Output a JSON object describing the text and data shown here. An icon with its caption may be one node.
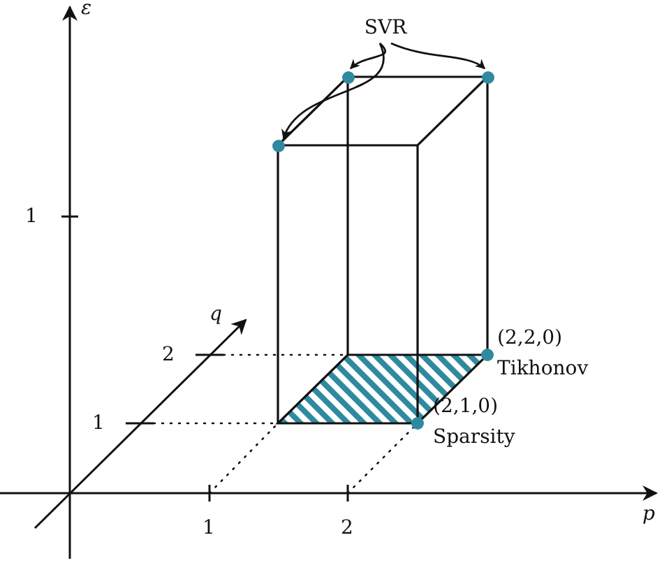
{
  "diagram": {
    "nodes": [
      {
        "text": [
          "SVR"
        ]
      },
      {
        "text": [],
        "shape": "circle"
      },
      {
        "text": [],
        "shape": "circle"
      },
      {
        "text": [],
        "shape": "circle"
      }
    ],
    "edges": [
      {
        "from": 0,
        "to": 1,
        "arrow": "to"
      },
      {
        "from": 0,
        "to": 2,
        "arrow": "to"
      },
      {
        "from": 0,
        "to": 3,
        "arrow": "to"
      }
    ],
    "labels": [
      "ε",
      "1",
      "q",
      "2",
      "(2,2,0)",
      "Tikhonov",
      "(2,1,0)",
      "1",
      "Sparsity",
      "p",
      "1",
      "2"
    ]
  }
}
